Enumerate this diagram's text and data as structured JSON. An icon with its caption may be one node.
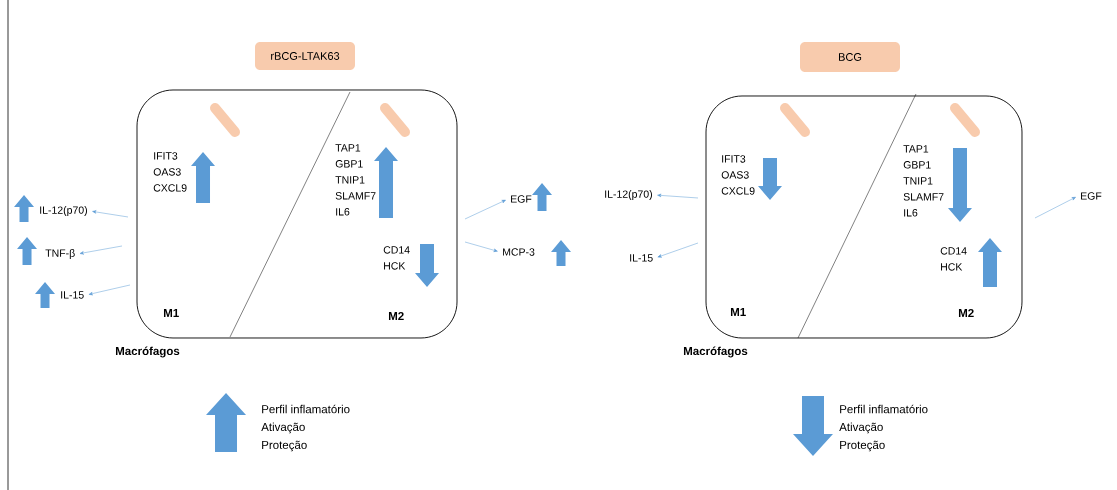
{
  "diagram": {
    "nodes": [
      {
        "text": [
          "rBCG-LTAK63"
        ]
      },
      {
        "text": [
          "IFIT3 OAS3 CXCL9",
          "TAP1 GBP1 TNIP1 SLAMF7 IL6",
          "CD14 HCK",
          "M1",
          "M2",
          "Macrófagos"
        ]
      },
      {
        "text": [
          "IL-12(p70)"
        ]
      },
      {
        "text": [
          "TNF-β"
        ]
      },
      {
        "text": [
          "IL-15"
        ]
      },
      {
        "text": [
          "EGF"
        ]
      },
      {
        "text": [
          "MCP-3"
        ]
      },
      {
        "text": [
          "BCG"
        ]
      },
      {
        "text": [
          "IFIT3 OAS3 CXCL9",
          "TAP1 GBP1 TNIP1 SLAMF7 IL6",
          "CD14 HCK",
          "M1",
          "M2",
          "Macrófagos"
        ]
      },
      {
        "text": [
          "IL-12(p70)"
        ]
      },
      {
        "text": [
          "IL-15"
        ]
      },
      {
        "text": [
          "EGF"
        ]
      }
    ],
    "edges": [
      {
        "from": 1,
        "to": 2,
        "arrow": "to"
      },
      {
        "from": 1,
        "to": 3,
        "arrow": "to"
      },
      {
        "from": 1,
        "to": 4,
        "arrow": "to"
      },
      {
        "from": 1,
        "to": 5,
        "arrow": "to"
      },
      {
        "from": 1,
        "to": 6,
        "arrow": "to"
      },
      {
        "from": 8,
        "to": 9,
        "arrow": "to"
      },
      {
        "from": 8,
        "to": 10,
        "arrow": "to"
      },
      {
        "from": 8,
        "to": 11,
        "arrow": "to"
      }
    ],
    "labels": [
      "Perfil inflamatório",
      "Ativação",
      "Proteção",
      "Perfil inflamatório",
      "Ativação",
      "Proteção"
    ]
  }
}
